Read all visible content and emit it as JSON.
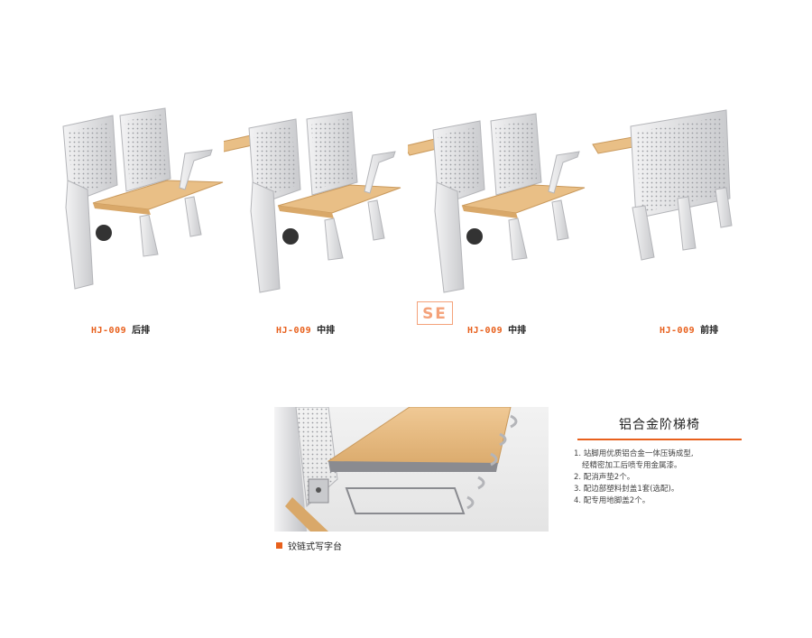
{
  "products": [
    {
      "code": "HJ-009",
      "row": "后排"
    },
    {
      "code": "HJ-009",
      "row": "中排"
    },
    {
      "code": "HJ-009",
      "row": "中排"
    },
    {
      "code": "HJ-009",
      "row": "前排"
    }
  ],
  "watermark": {
    "text": "SE",
    "color": "#f4a27a"
  },
  "detail": {
    "label": "铰链式写字台"
  },
  "info": {
    "title": "铝合金阶梯椅",
    "items": [
      "1. 站脚用优质铝合金一体压铸成型,",
      "   经精密加工后喷专用金属漆。",
      "2. 配消声垫2个。",
      "3. 配边部塑料封盖1套(选配)。",
      "4. 配专用地脚盖2个。"
    ]
  },
  "colors": {
    "accent": "#e8601c",
    "wood": "#e9bf86",
    "metal": "#d9dadd"
  }
}
